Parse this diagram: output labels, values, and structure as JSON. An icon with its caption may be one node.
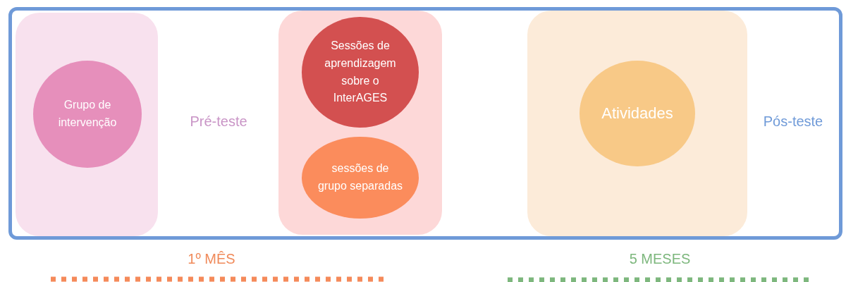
{
  "diagram": {
    "nodes": [
      {
        "text": [],
        "shape": "box"
      },
      {
        "text": [],
        "shape": "box",
        "in": 0
      },
      {
        "text": [
          "Grupo de intervenção"
        ],
        "in": 1
      },
      {
        "text": [],
        "shape": "box",
        "in": 0
      },
      {
        "text": [
          "Sessões de aprendizagem sobre o InterAGES"
        ],
        "in": 3
      },
      {
        "text": [
          "sessões de grupo separadas"
        ],
        "in": 3
      },
      {
        "text": [],
        "shape": "box",
        "in": 0
      },
      {
        "text": [
          "Atividades"
        ],
        "in": 6
      }
    ],
    "labels": [
      "Pré-teste",
      "Pós-teste",
      "1º MÊS",
      "5 MESES"
    ]
  }
}
